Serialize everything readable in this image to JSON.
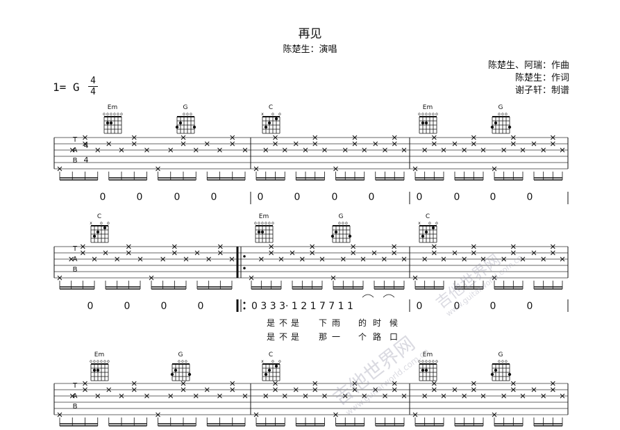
{
  "header": {
    "title": "再见",
    "singer": "陈楚生：演唱",
    "composer": "陈楚生、阿瑞：作曲",
    "lyricist": "陈楚生：作词",
    "arranger": "谢子轩：制谱",
    "key": "1= G",
    "time_top": "4",
    "time_bottom": "4"
  },
  "tab": {
    "letters": [
      "T",
      "A",
      "B"
    ],
    "ts_top": "4",
    "ts_bottom": "4"
  },
  "rows": [
    {
      "chords": [
        "Em",
        "G",
        "C",
        "Em",
        "G"
      ],
      "numbers": [
        "0",
        "0",
        "0",
        "0",
        "0",
        "0",
        "0",
        "0",
        "0",
        "0",
        "0",
        "0"
      ]
    },
    {
      "chords": [
        "C",
        "Em",
        "G",
        "C"
      ],
      "numbers": [
        "0",
        "0",
        "0",
        "0",
        "0",
        "0",
        "0",
        "0"
      ],
      "melody": "0  3 3 3· 1 2  1 7 7 1 1",
      "lyrics1": [
        "是",
        "不",
        "是",
        "下",
        "雨",
        "的",
        "时",
        "候"
      ],
      "lyrics2": [
        "是",
        "不",
        "是",
        "那",
        "一",
        "个",
        "路",
        "口"
      ]
    },
    {
      "chords": [
        "Em",
        "G",
        "C",
        "Em",
        "G"
      ]
    }
  ],
  "watermark": {
    "text1": "吉他世界网",
    "text2": "www.guitarworld.com.cn"
  }
}
